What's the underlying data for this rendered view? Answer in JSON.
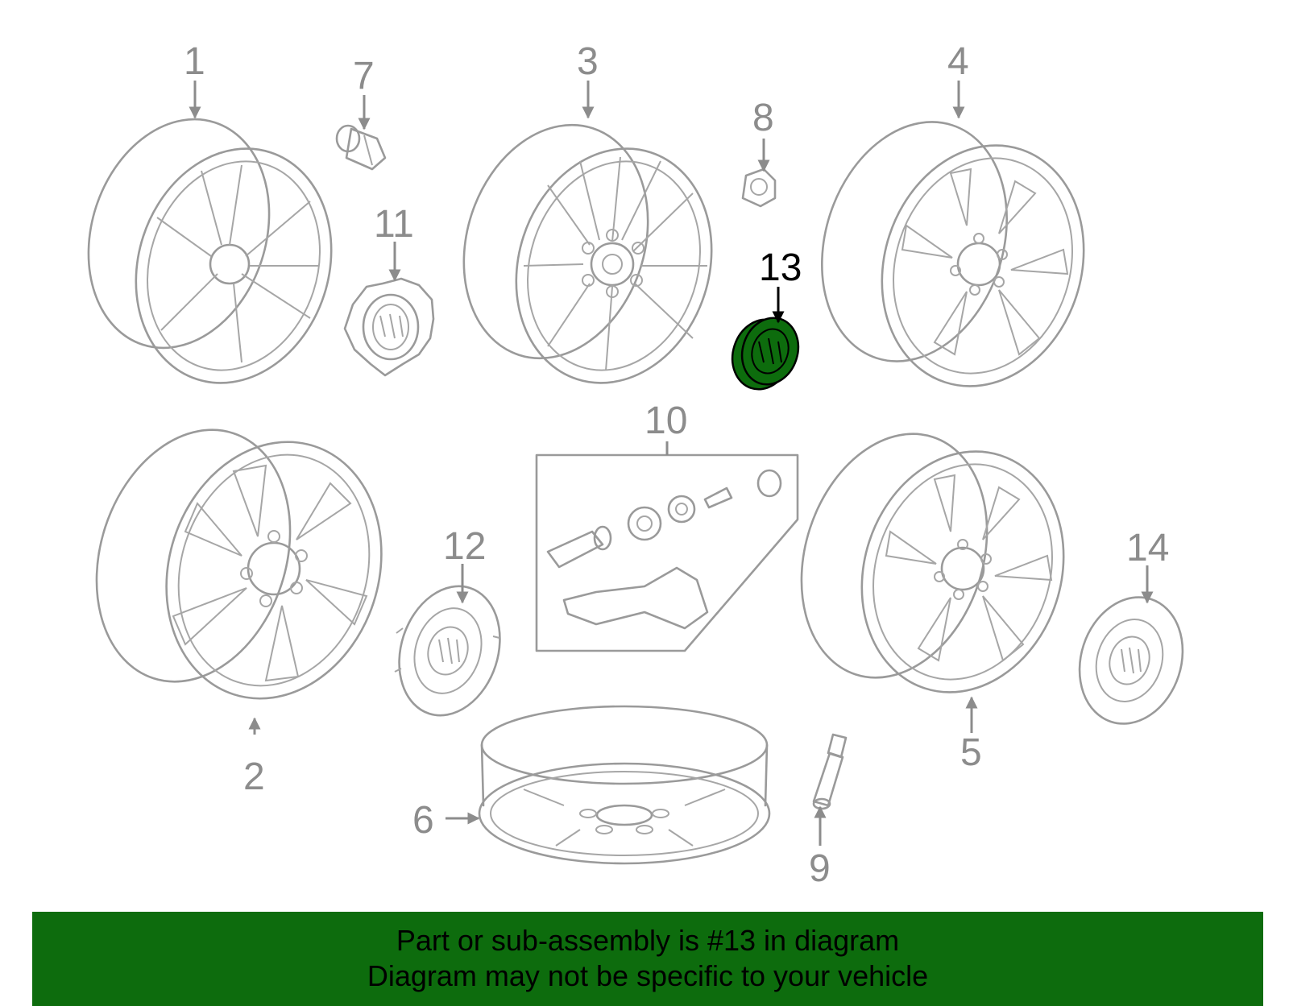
{
  "diagram": {
    "callouts": [
      "1",
      "2",
      "3",
      "4",
      "5",
      "6",
      "7",
      "8",
      "9",
      "10",
      "11",
      "12",
      "13",
      "14"
    ],
    "highlight_callout": "13",
    "colors": {
      "line_art": "#9a9a9a",
      "highlight_fill": "#0d6c0d",
      "banner": "#0d6c0d",
      "background": "#ffffff"
    }
  },
  "banner": {
    "line1": "Part or sub-assembly is #13 in diagram",
    "line2": "Diagram may not be specific to your vehicle"
  }
}
